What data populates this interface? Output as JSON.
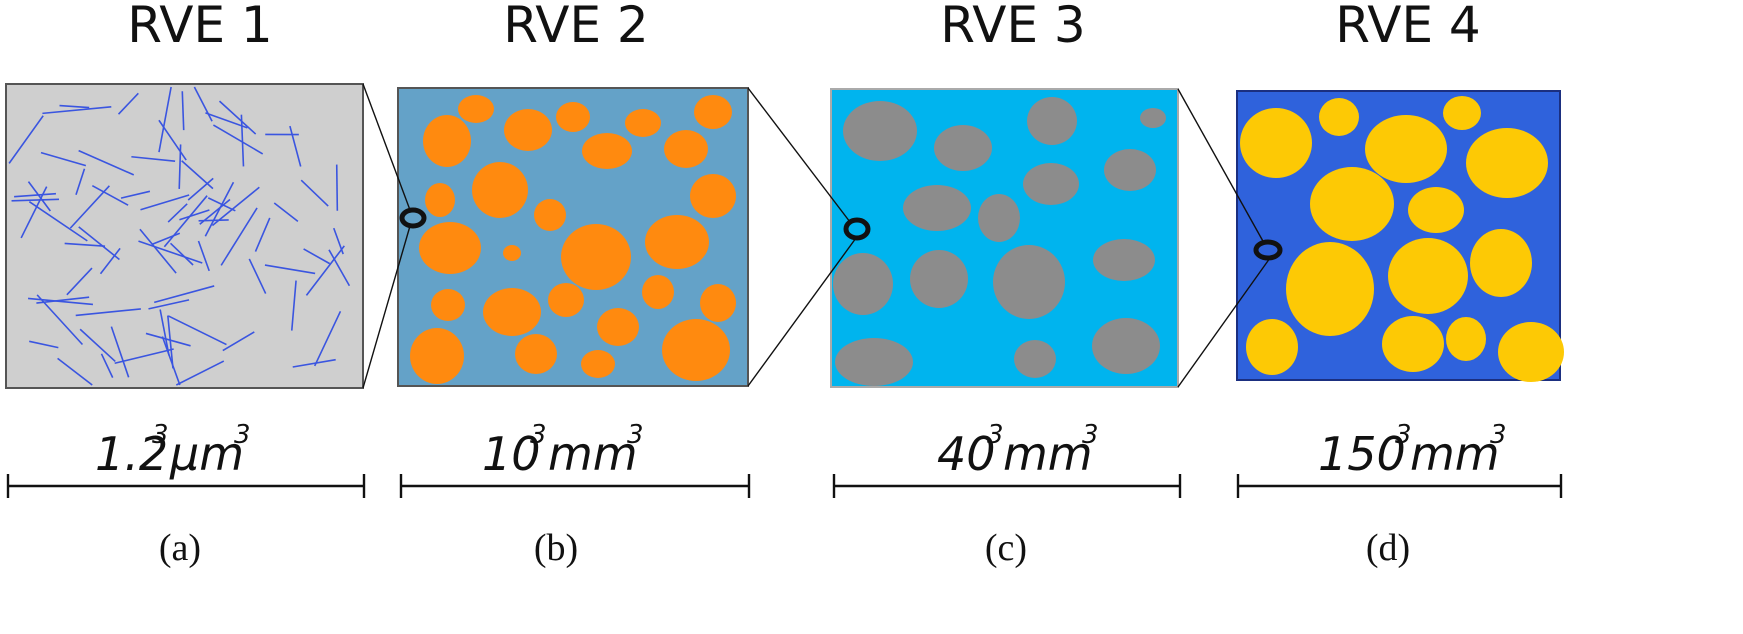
{
  "panels": [
    {
      "title": "RVE 1",
      "size_value": "1.2",
      "size_sup1": "3",
      "size_unit": "µm",
      "size_sup2": "3",
      "letter": "(a)",
      "matrix": "grey matrix with blue fibres",
      "colors": {
        "background": "#cfcfcf",
        "inclusion": "#3a55e0"
      }
    },
    {
      "title": "RVE 2",
      "size_value": "10",
      "size_sup1": "3",
      "size_unit": "mm",
      "size_sup2": "3",
      "letter": "(b)",
      "colors": {
        "background": "#64a2c8",
        "inclusion": "#ff8a0f"
      }
    },
    {
      "title": "RVE 3",
      "size_value": "40",
      "size_sup1": "3",
      "size_unit": "mm",
      "size_sup2": "3",
      "letter": "(c)",
      "colors": {
        "background": "#00b4ee",
        "inclusion": "#8c8c8c"
      }
    },
    {
      "title": "RVE 4",
      "size_value": "150",
      "size_sup1": "3",
      "size_unit": "mm",
      "size_sup2": "3",
      "letter": "(d)",
      "colors": {
        "background": "#2f62dc",
        "inclusion": "#fdc905"
      }
    }
  ],
  "colors": {
    "outline": "#555555",
    "zoom_line": "#111111",
    "scale_bar": "#111111"
  }
}
